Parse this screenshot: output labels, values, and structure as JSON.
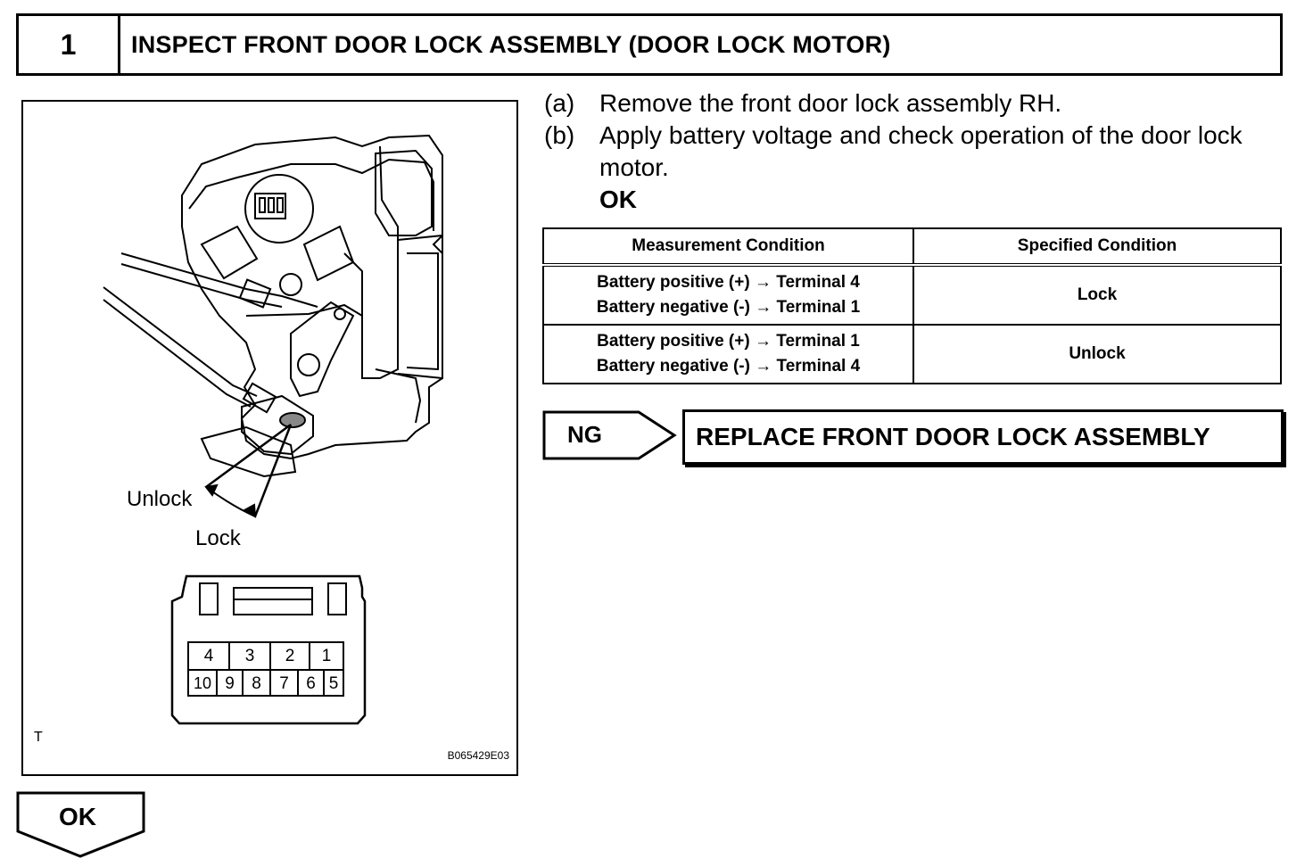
{
  "header": {
    "step_number": "1",
    "title": "INSPECT FRONT DOOR LOCK ASSEMBLY (DOOR LOCK MOTOR)"
  },
  "figure": {
    "label_unlock": "Unlock",
    "label_lock": "Lock",
    "connector_top_row": [
      "4",
      "3",
      "2",
      "1"
    ],
    "connector_bottom_row": [
      "10",
      "9",
      "8",
      "7",
      "6",
      "5"
    ],
    "corner_mark": "T",
    "figure_code": "B065429E03"
  },
  "instructions": {
    "a_tag": "(a)",
    "a_text": "Remove the front door lock assembly RH.",
    "b_tag": "(b)",
    "b_text": "Apply battery voltage and check operation of the door lock motor.",
    "ok_text": "OK"
  },
  "table": {
    "headers": [
      "Measurement Condition",
      "Specified Condition"
    ],
    "rows": [
      {
        "line1": "Battery positive (+) → Terminal 4",
        "line2": "Battery negative (-) → Terminal 1",
        "spec": "Lock"
      },
      {
        "line1": "Battery positive (+) → Terminal 1",
        "line2": "Battery negative (-) → Terminal 4",
        "spec": "Unlock"
      }
    ]
  },
  "ng": {
    "label": "NG",
    "action": "REPLACE FRONT DOOR LOCK ASSEMBLY"
  },
  "ok_footer": {
    "label": "OK"
  }
}
